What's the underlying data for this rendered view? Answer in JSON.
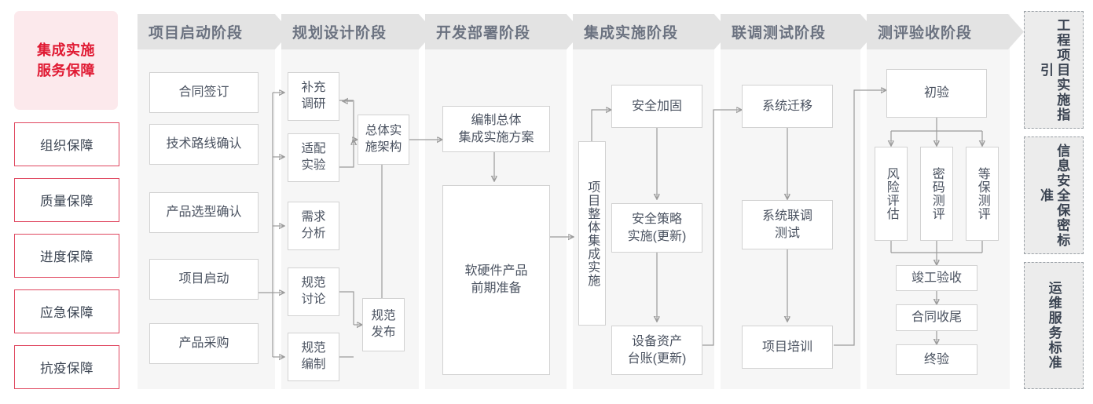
{
  "left_sidebar": {
    "brand": "集成实施\n服务保障",
    "brand_line1": "集成实施",
    "brand_line2": "服务保障",
    "guarantees": [
      {
        "label": "组织保障"
      },
      {
        "label": "质量保障"
      },
      {
        "label": "进度保障"
      },
      {
        "label": "应急保障"
      },
      {
        "label": "抗疫保障"
      }
    ]
  },
  "phases": [
    {
      "title": "项目启动阶段",
      "nodes": [
        {
          "label": "合同签订"
        },
        {
          "label": "技术路线确认"
        },
        {
          "label": "产品选型确认"
        },
        {
          "label": "项目启动"
        },
        {
          "label": "产品采购"
        }
      ]
    },
    {
      "title": "规划设计阶段",
      "nodes": [
        {
          "label": "补充\n调研"
        },
        {
          "label": "适配\n实验"
        },
        {
          "label": "需求\n分析"
        },
        {
          "label": "规范\n讨论"
        },
        {
          "label": "规范\n编制"
        },
        {
          "label": "总体实\n施架构"
        },
        {
          "label": "规范\n发布"
        }
      ]
    },
    {
      "title": "开发部署阶段",
      "nodes": [
        {
          "label": "编制总体\n集成实施方案"
        },
        {
          "label": "软硬件产品\n前期准备"
        }
      ]
    },
    {
      "title": "集成实施阶段",
      "nodes": [
        {
          "label": "项目整体集成实施"
        },
        {
          "label": "安全加固"
        },
        {
          "label": "安全策略\n实施(更新)"
        },
        {
          "label": "设备资产\n台账(更新)"
        }
      ]
    },
    {
      "title": "联调测试阶段",
      "nodes": [
        {
          "label": "系统迁移"
        },
        {
          "label": "系统联调\n测试"
        },
        {
          "label": "项目培训"
        }
      ]
    },
    {
      "title": "测评验收阶段",
      "nodes": [
        {
          "label": "初验"
        },
        {
          "label": "风险评估"
        },
        {
          "label": "密码测评"
        },
        {
          "label": "等保测评"
        },
        {
          "label": "竣工验收"
        },
        {
          "label": "合同收尾"
        },
        {
          "label": "终验"
        }
      ]
    }
  ],
  "right_sidebar": {
    "items": [
      {
        "label": "工程项目实施指引"
      },
      {
        "label": "信息安全保密标准"
      },
      {
        "label": "运维服务标准"
      }
    ]
  },
  "colors": {
    "brand_text": "#e01a33",
    "brand_fill": "#fce9ec",
    "guarantee_border": "#e0475f",
    "phase_head_fill": "#e3e3e3",
    "phase_head_text": "#6b7280",
    "column_fill": "#f6f6f6",
    "node_border": "#d2d2d2",
    "node_text": "#4a5260",
    "wire": "#9b9b9b",
    "std_fill": "#ececec",
    "std_border": "#9aa0a6"
  }
}
